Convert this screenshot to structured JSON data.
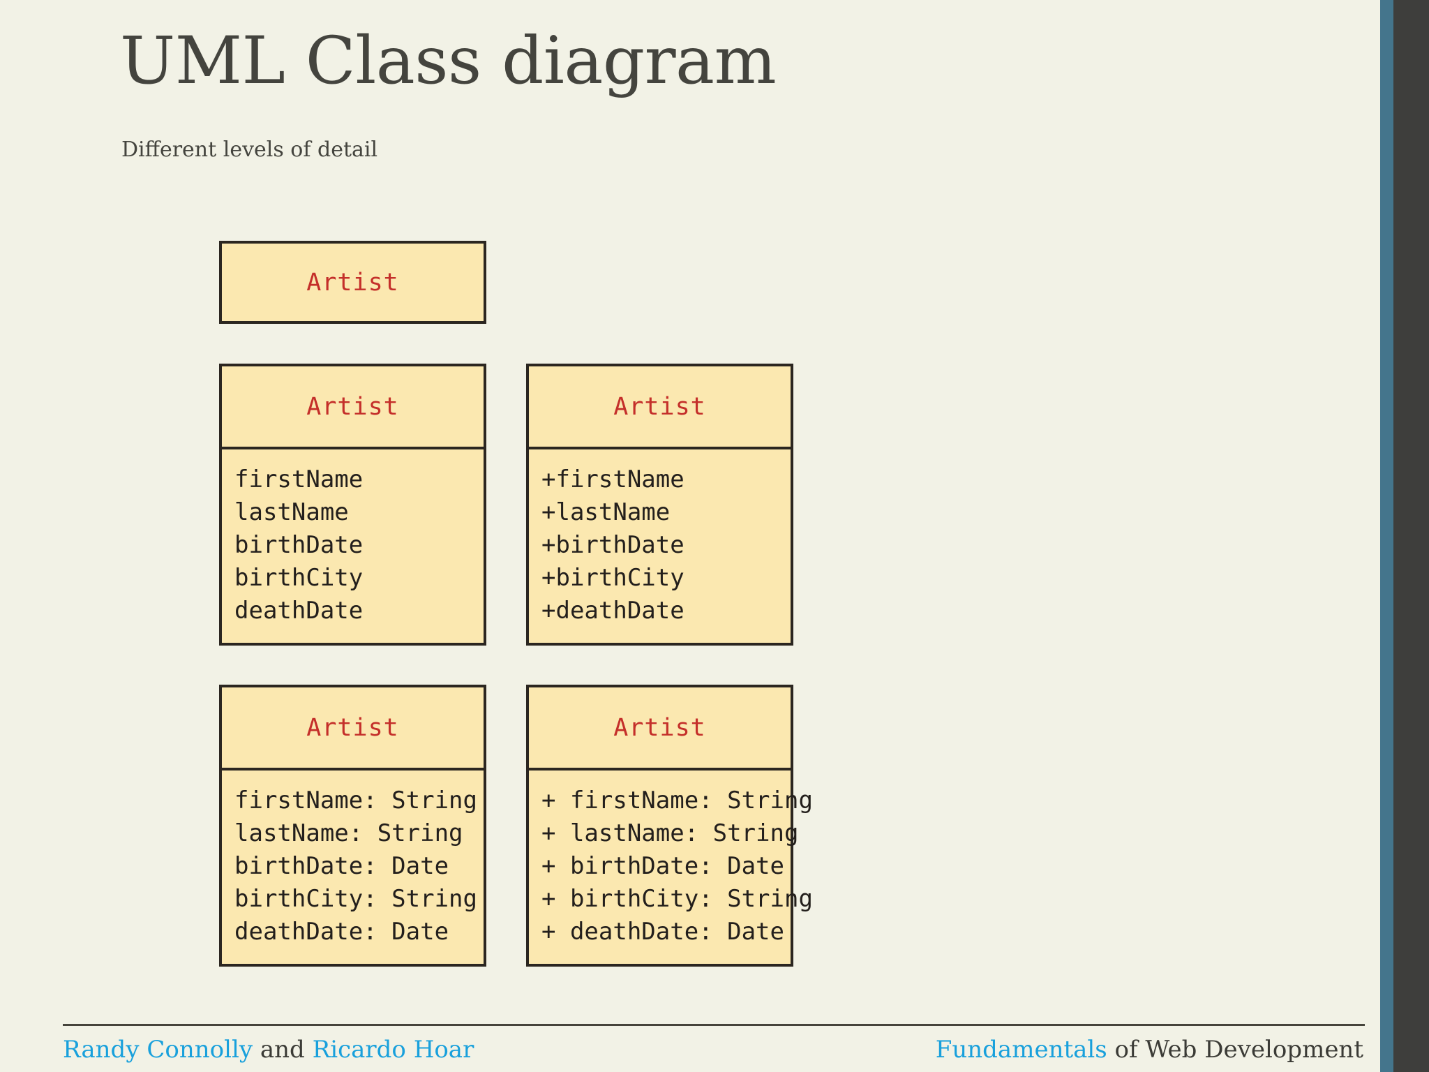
{
  "slide": {
    "title": "UML Class diagram",
    "subtitle": "Different levels of detail",
    "background_color": "#f2f2e6",
    "edge_teal_color": "#44758c",
    "edge_dark_color": "#3e3e3c"
  },
  "uml": {
    "box_fill_color": "#fbe8b0",
    "box_border_color": "#2b2620",
    "class_name_color": "#c42f2a",
    "attribute_color": "#231f1c",
    "boxes": [
      {
        "id": "name-only",
        "class_name": "Artist",
        "attributes": []
      },
      {
        "id": "attrs-plain",
        "class_name": "Artist",
        "attributes": [
          "firstName",
          "lastName",
          "birthDate",
          "birthCity",
          "deathDate"
        ]
      },
      {
        "id": "attrs-visibility",
        "class_name": "Artist",
        "attributes": [
          "+firstName",
          "+lastName",
          "+birthDate",
          "+birthCity",
          "+deathDate"
        ]
      },
      {
        "id": "typed-plain",
        "class_name": "Artist",
        "attributes": [
          "firstName: String",
          "lastName: String",
          "birthDate: Date",
          "birthCity: String",
          "deathDate: Date"
        ]
      },
      {
        "id": "typed-visibility",
        "class_name": "Artist",
        "attributes": [
          "+ firstName: String",
          "+ lastName: String",
          "+ birthDate: Date",
          "+ birthCity: String",
          "+ deathDate: Date"
        ]
      }
    ]
  },
  "footer": {
    "author_one": "Randy Connolly",
    "author_conjunction": " and ",
    "author_two": "Ricardo Hoar",
    "book_accent": "Fundamentals",
    "book_rest": " of Web Development",
    "accent_color": "#18a0dc"
  }
}
